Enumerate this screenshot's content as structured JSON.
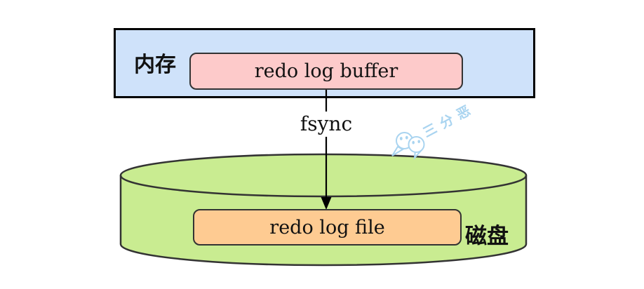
{
  "memory": {
    "label": "内存",
    "buffer_label": "redo log buffer"
  },
  "arrow": {
    "label": "fsync"
  },
  "disk": {
    "label": "磁盘",
    "file_label": "redo log file"
  },
  "watermark": {
    "text": "三分恶",
    "icon": "wechat-chat-bubbles-icon"
  },
  "colors": {
    "memory_fill": "#cfe2fa",
    "memory_border": "#000000",
    "buffer_fill": "#fdcaca",
    "buffer_border": "#333333",
    "disk_fill": "#c9ec91",
    "disk_border": "#333333",
    "file_fill": "#fecb92",
    "file_border": "#333333",
    "arrow_color": "#000000",
    "label_color": "#111111",
    "watermark_color": "#a9d4f0"
  }
}
